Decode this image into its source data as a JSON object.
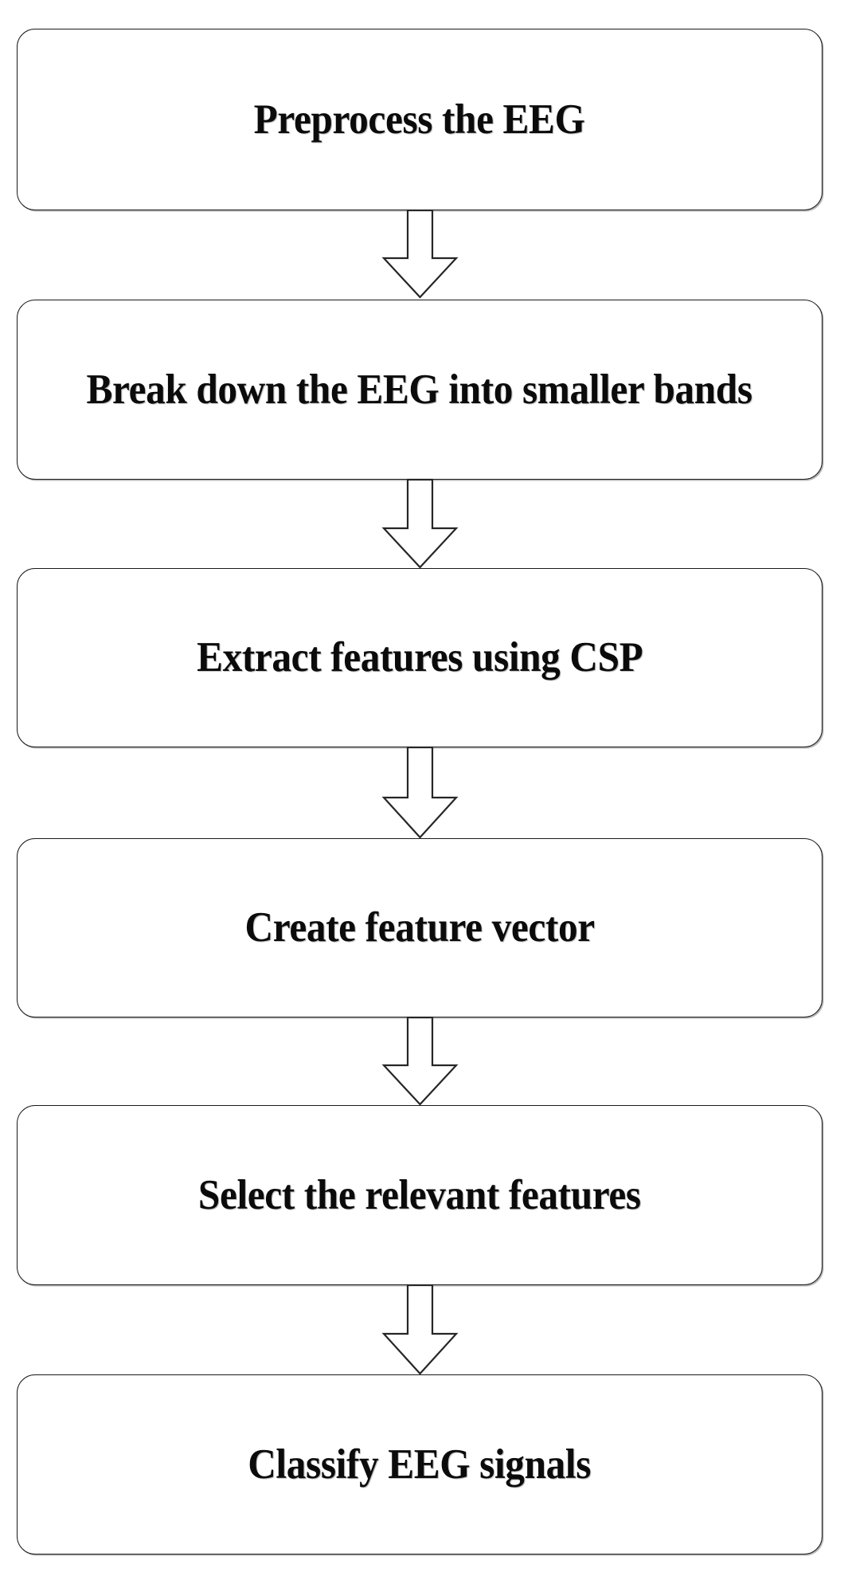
{
  "diagram": {
    "type": "flowchart",
    "orientation": "vertical",
    "title": "EEG classification pipeline flowchart",
    "background_color": "#ffffff",
    "node_style": {
      "shape": "rounded-rectangle",
      "fill_color": "#ffffff",
      "border_color": "#1a1a1a",
      "text_color": "#0b0b0b"
    },
    "connector_style": {
      "shape": "block-arrow",
      "direction": "down",
      "fill_color": "#ffffff",
      "stroke_color": "#262626"
    },
    "nodes": [
      {
        "id": "step-1",
        "label": "Preprocess the EEG"
      },
      {
        "id": "step-2",
        "label": "Break down the EEG into smaller bands"
      },
      {
        "id": "step-3",
        "label": "Extract features using CSP"
      },
      {
        "id": "step-4",
        "label": "Create feature vector"
      },
      {
        "id": "step-5",
        "label": "Select the relevant features"
      },
      {
        "id": "step-6",
        "label": "Classify EEG signals"
      }
    ],
    "connectors": [
      {
        "id": "arrow-1",
        "from": "step-1",
        "to": "step-2",
        "icon": "down-block-arrow-icon"
      },
      {
        "id": "arrow-2",
        "from": "step-2",
        "to": "step-3",
        "icon": "down-block-arrow-icon"
      },
      {
        "id": "arrow-3",
        "from": "step-3",
        "to": "step-4",
        "icon": "down-block-arrow-icon"
      },
      {
        "id": "arrow-4",
        "from": "step-4",
        "to": "step-5",
        "icon": "down-block-arrow-icon"
      },
      {
        "id": "arrow-5",
        "from": "step-5",
        "to": "step-6",
        "icon": "down-block-arrow-icon"
      }
    ]
  }
}
